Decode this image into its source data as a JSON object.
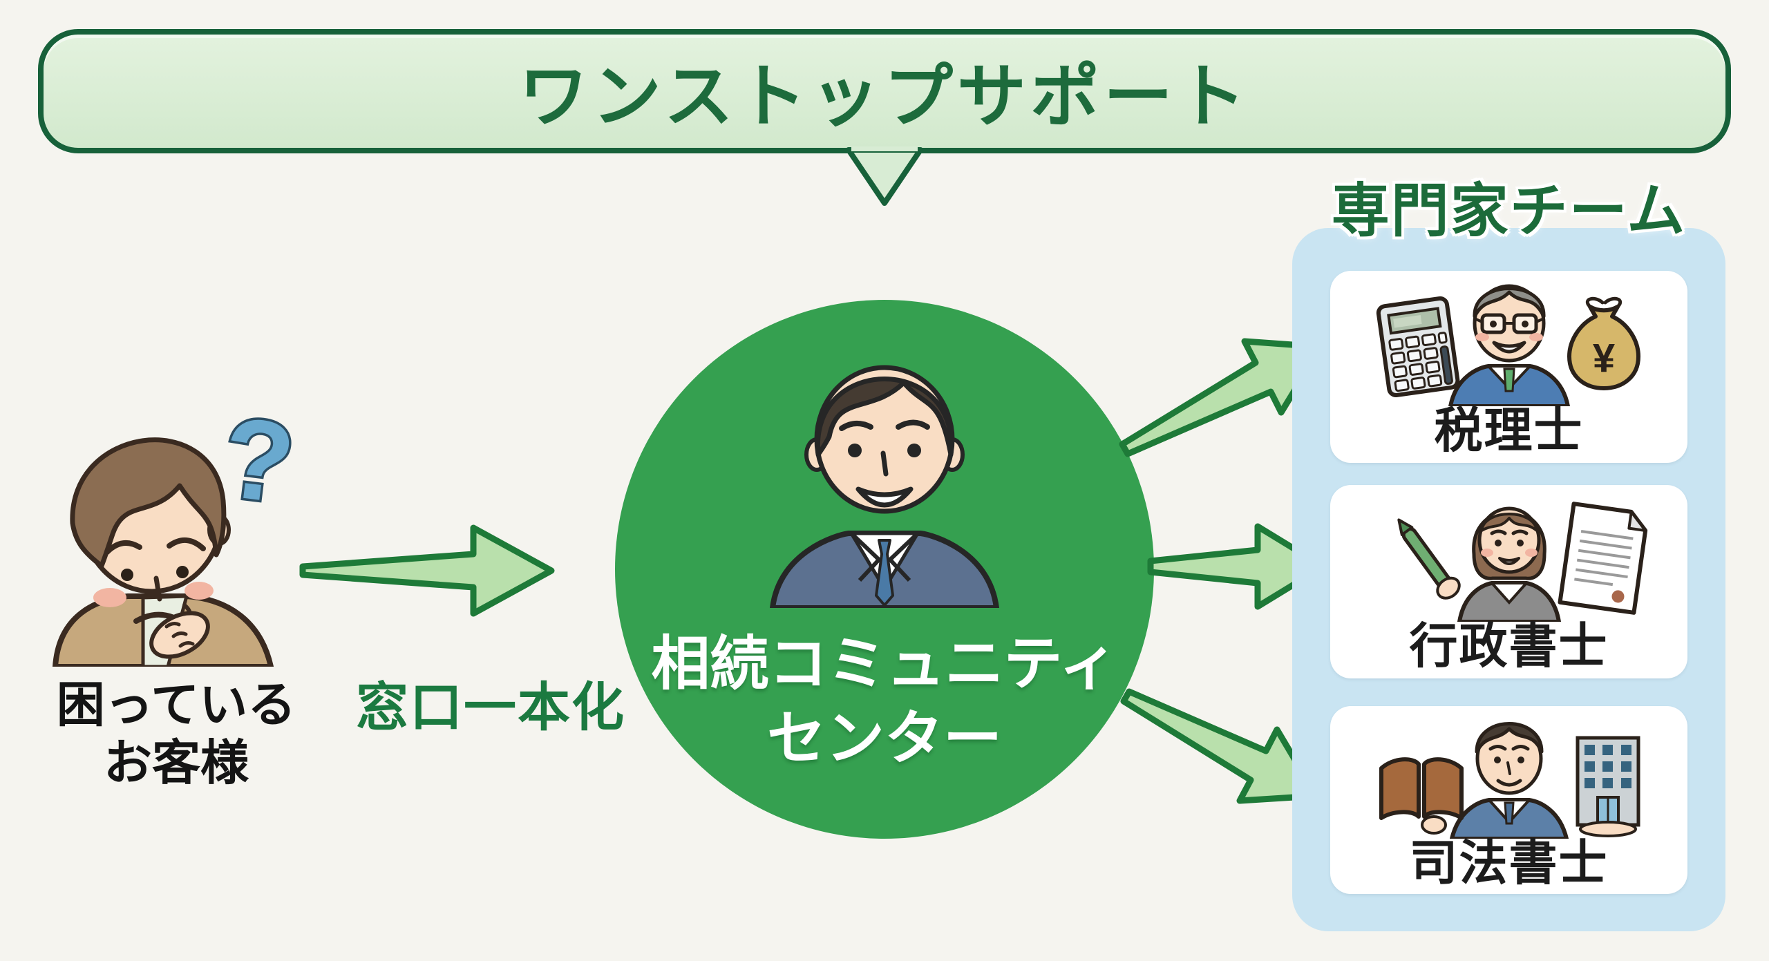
{
  "title": "ワンストップサポート",
  "customer": {
    "label_line1": "困っている",
    "label_line2": "お客様",
    "illustration": "worried-customer-thinking"
  },
  "flow": {
    "arrow_label": "窓口一本化"
  },
  "center": {
    "name_line1": "相続コミュニティ",
    "name_line2": "センター",
    "illustration": "consultant-man-in-suit"
  },
  "experts": {
    "header": "専門家チーム",
    "members": [
      {
        "label": "税理士",
        "illustration": "tax-accountant-with-calculator-and-money-bag"
      },
      {
        "label": "行政書士",
        "illustration": "administrative-scrivener-with-pen-and-document"
      },
      {
        "label": "司法書士",
        "illustration": "judicial-scrivener-with-book-and-building"
      }
    ]
  },
  "icons": {
    "question_mark": "?",
    "yen_symbol": "¥"
  },
  "colors": {
    "background": "#f5f4ef",
    "banner_fill": "#daeed4",
    "banner_border": "#17613a",
    "title_text": "#1d6b3c",
    "circle_green": "#35a050",
    "arrow_fill": "#b9e0ac",
    "arrow_stroke": "#1e7a38",
    "panel_blue": "#c9e4f2",
    "card_white": "#ffffff",
    "accent_green_text": "#1b7a40"
  }
}
